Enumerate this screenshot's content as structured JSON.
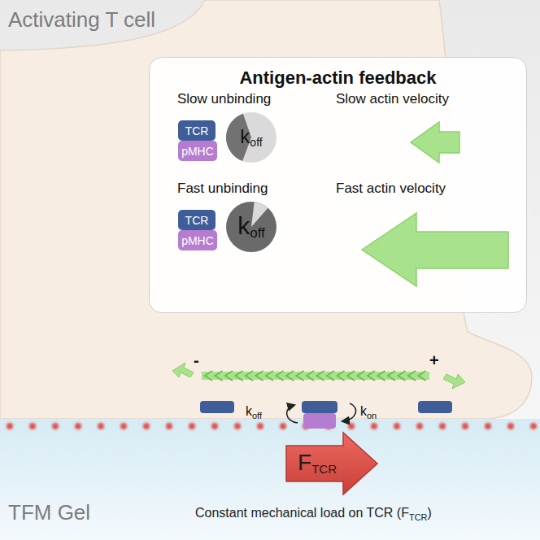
{
  "diagram": {
    "nodes": [
      {
        "text": [
          "Antigen-actin feedback"
        ]
      },
      {
        "text": [
          "TCR"
        ],
        "in": 0
      },
      {
        "text": [
          "pMHC"
        ],
        "in": 0
      },
      {
        "text": [
          "k",
          "off"
        ],
        "in": 0
      },
      {
        "text": [
          "TCR"
        ],
        "in": 0
      },
      {
        "text": [
          "pMHC"
        ],
        "in": 0
      },
      {
        "text": [
          "k",
          "off"
        ],
        "in": 0
      },
      {
        "text": [
          "F",
          "TCR"
        ]
      }
    ],
    "labels": [
      "Activating T cell",
      "Slow unbinding",
      "Slow actin velocity",
      "Fast unbinding",
      "Fast actin velocity",
      "-",
      "+",
      "k",
      "off",
      "k",
      "on",
      "TFM Gel",
      "Constant mechanical load on TCR (F",
      "TCR",
      ")"
    ]
  }
}
